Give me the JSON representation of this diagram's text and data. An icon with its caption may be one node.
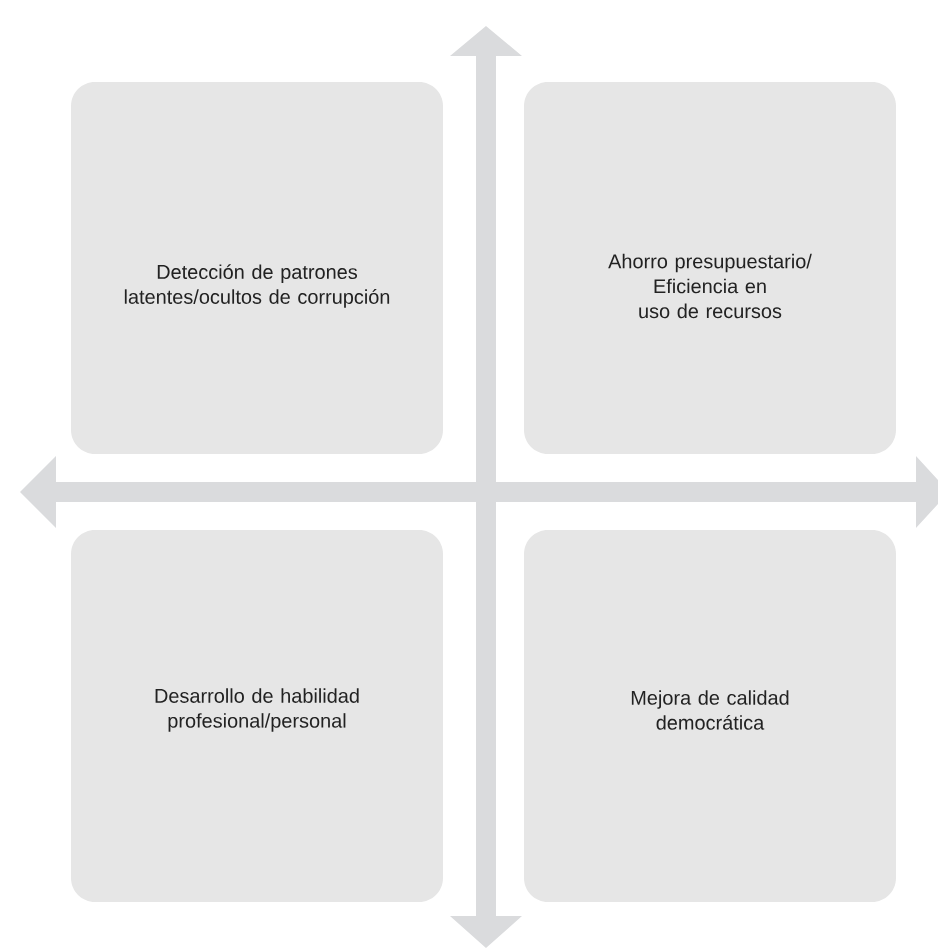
{
  "diagram": {
    "nodes": [
      {
        "text": [
          "Detección de patrones latentes/ocultos de corrupción"
        ]
      },
      {
        "text": [
          "Ahorro presupuestario/ Eficiencia en uso de recursos"
        ]
      },
      {
        "text": [
          "Desarrollo de habilidad profesional/personal"
        ]
      },
      {
        "text": [
          "Mejora de calidad democrática"
        ]
      }
    ]
  }
}
